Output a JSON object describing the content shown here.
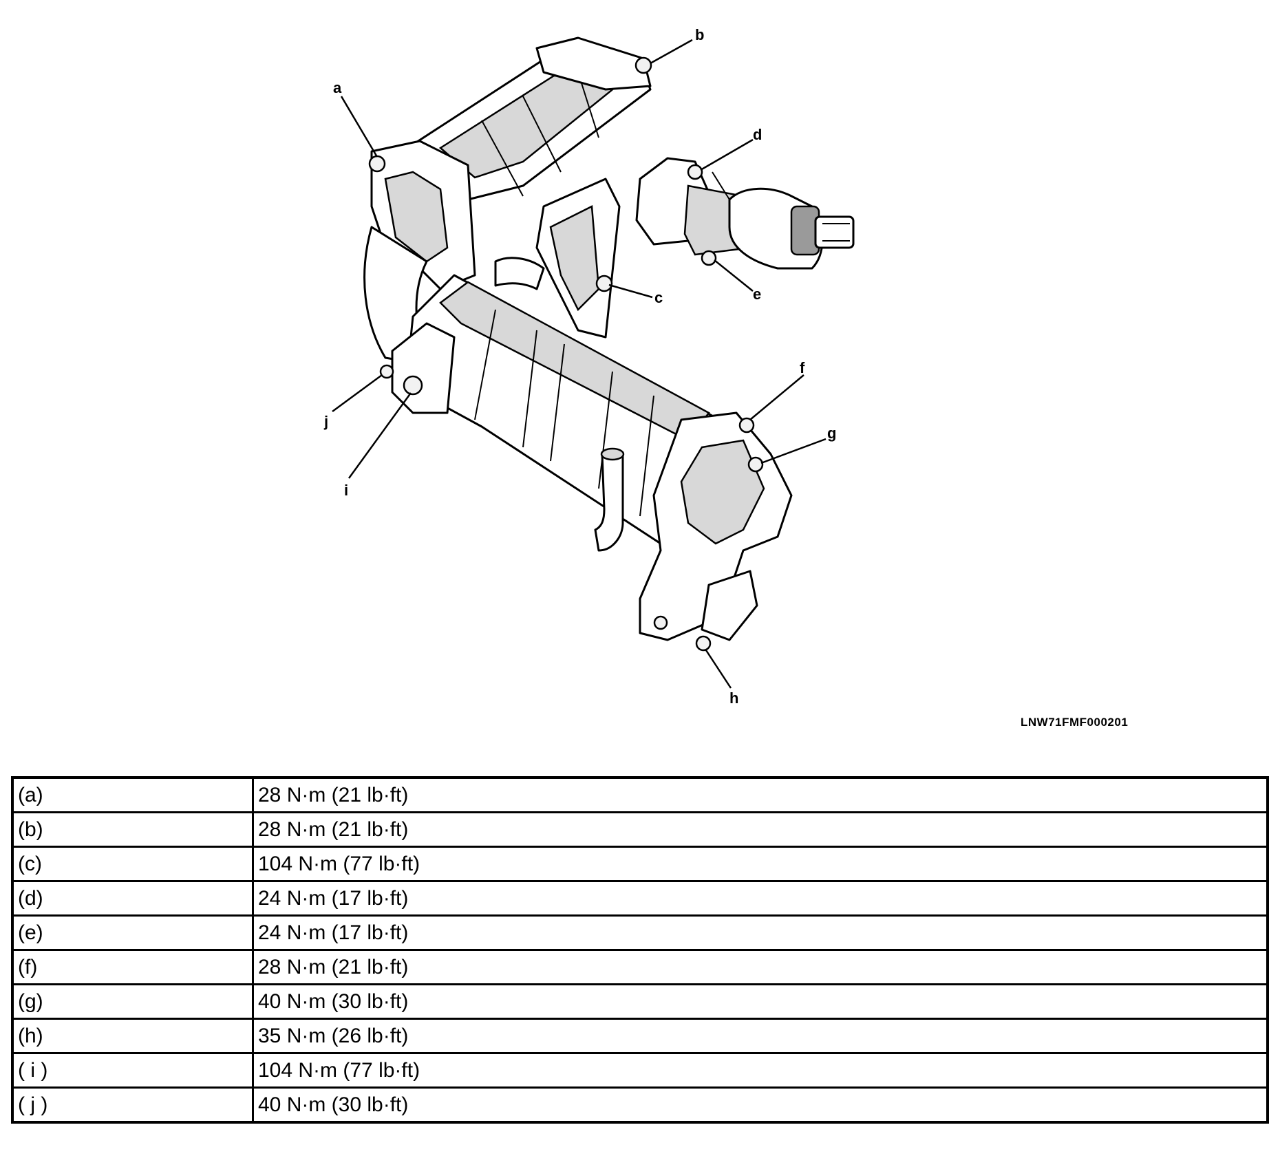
{
  "figure": {
    "image_id_text": "LNW71FMF000201",
    "callouts": [
      "a",
      "b",
      "c",
      "d",
      "e",
      "f",
      "g",
      "h",
      "i",
      "j"
    ]
  },
  "torque_table": {
    "rows": [
      {
        "label": "(a)",
        "value": "28 N·m (21 lb·ft)"
      },
      {
        "label": "(b)",
        "value": "28 N·m (21 lb·ft)"
      },
      {
        "label": "(c)",
        "value": "104 N·m (77 lb·ft)"
      },
      {
        "label": "(d)",
        "value": "24 N·m (17 lb·ft)"
      },
      {
        "label": "(e)",
        "value": "24 N·m (17 lb·ft)"
      },
      {
        "label": "(f)",
        "value": "28 N·m (21 lb·ft)"
      },
      {
        "label": "(g)",
        "value": "40 N·m (30 lb·ft)"
      },
      {
        "label": "(h)",
        "value": "35 N·m (26 lb·ft)"
      },
      {
        "label": "( i )",
        "value": "104 N·m (77 lb·ft)"
      },
      {
        "label": "( j )",
        "value": "40 N·m (30 lb·ft)"
      }
    ]
  }
}
